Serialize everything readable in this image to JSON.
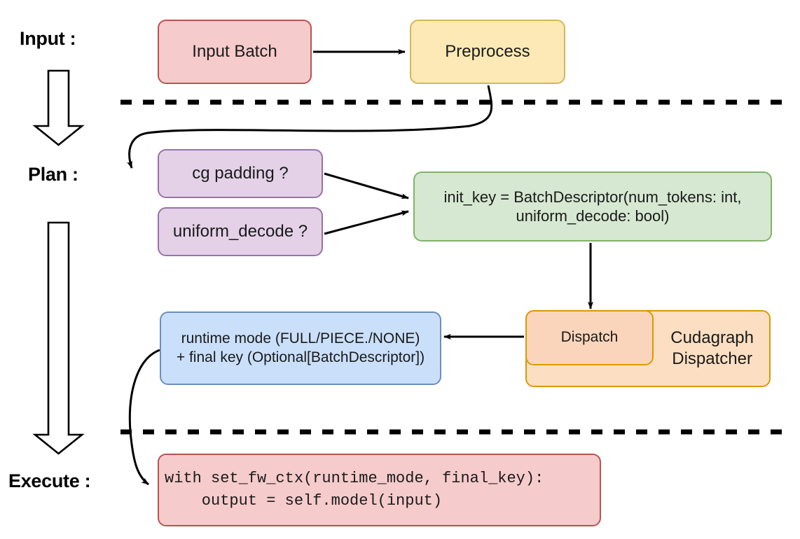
{
  "diagram": {
    "title_present": false,
    "stages": [
      {
        "id": "input",
        "label": "Input :"
      },
      {
        "id": "plan",
        "label": "Plan :"
      },
      {
        "id": "execute",
        "label": "Execute :"
      }
    ],
    "nodes": [
      {
        "id": "input-batch",
        "label": "Input Batch",
        "fill": "#f6cbcb",
        "stroke": "#b85450"
      },
      {
        "id": "preprocess",
        "label": "Preprocess",
        "fill": "#fde9b5",
        "stroke": "#d6b656"
      },
      {
        "id": "cg-padding",
        "label": "cg padding ?",
        "fill": "#e4d1e8",
        "stroke": "#9673a6"
      },
      {
        "id": "uniform-decode",
        "label": "uniform_decode ?",
        "fill": "#e4d1e8",
        "stroke": "#9673a6"
      },
      {
        "id": "init-key",
        "label": "init_key = BatchDescriptor(num_tokens: int,\nuniform_decode: bool)",
        "fill": "#d6e8d1",
        "stroke": "#82b366"
      },
      {
        "id": "dispatch",
        "label": "Dispatch",
        "fill": "#fbd5bb",
        "stroke": "#d79b00"
      },
      {
        "id": "cudagraph-dispatcher",
        "label": "Cudagraph\nDispatcher",
        "fill": "#fcdfc2",
        "stroke": "#d79b00"
      },
      {
        "id": "runtime-mode",
        "label": "runtime mode (FULL/PIECE./NONE)\n+ final key (Optional[BatchDescriptor])",
        "fill": "#cadffa",
        "stroke": "#6c8ebf"
      },
      {
        "id": "execute-code",
        "label": "with set_fw_ctx(runtime_mode, final_key):\n    output = self.model(input)",
        "fill": "#f6cbcb",
        "stroke": "#b85450"
      }
    ],
    "edges": [
      {
        "from": "input-batch",
        "to": "preprocess",
        "style": "straight-arrow"
      },
      {
        "from": "preprocess",
        "to": "cg-padding",
        "style": "curved-arrow"
      },
      {
        "from": "cg-padding",
        "to": "init-key",
        "style": "straight-arrow"
      },
      {
        "from": "uniform-decode",
        "to": "init-key",
        "style": "straight-arrow"
      },
      {
        "from": "init-key",
        "to": "dispatch",
        "style": "straight-arrow"
      },
      {
        "from": "dispatch",
        "to": "runtime-mode",
        "style": "straight-arrow"
      },
      {
        "from": "runtime-mode",
        "to": "execute-code",
        "style": "curved-arrow"
      }
    ],
    "dividers": [
      {
        "id": "divider-input-plan",
        "style": "dashed"
      },
      {
        "id": "divider-plan-execute",
        "style": "dashed"
      }
    ],
    "stage_arrows": [
      {
        "id": "stage-arrow-input-to-plan",
        "direction": "down"
      },
      {
        "id": "stage-arrow-plan-to-execute",
        "direction": "down"
      }
    ],
    "colors": {
      "background": "#ffffff",
      "line": "#000000",
      "text": "#1a1a1a"
    }
  }
}
